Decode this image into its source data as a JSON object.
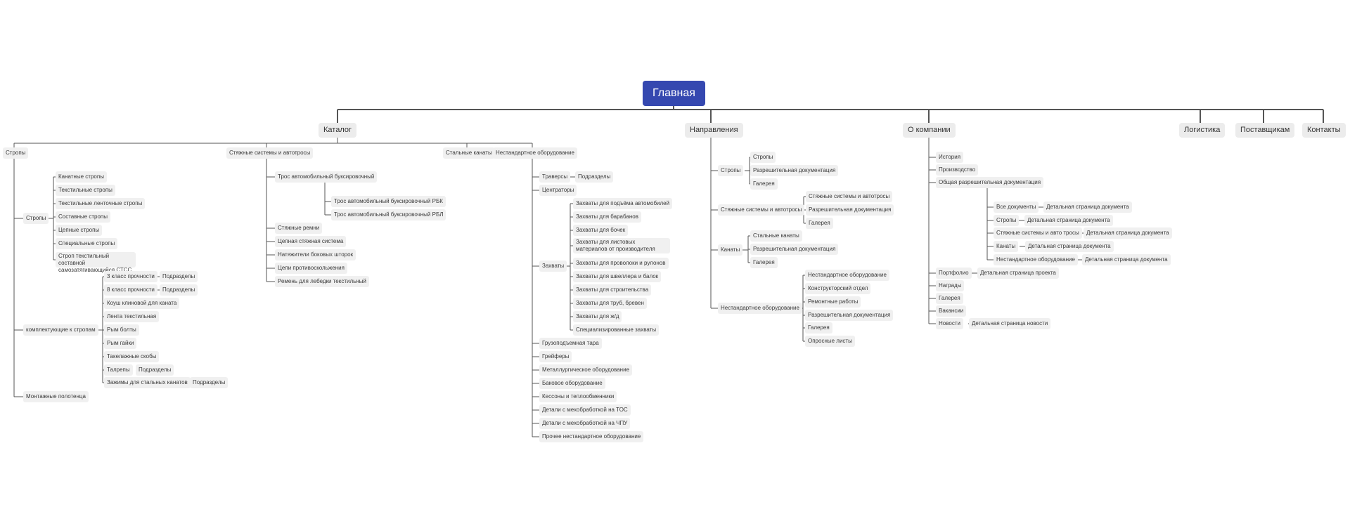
{
  "mindmap": {
    "root": "Главная",
    "sections": {
      "catalog": "Каталог",
      "directions": "Направления",
      "about": "О компании",
      "logistics": "Логистика",
      "suppliers": "Поставщикам",
      "contacts": "Контакты"
    },
    "catalog": {
      "slings": "Стропы",
      "tie_systems": "Стяжные системы и автотросы",
      "steel_ropes": "Стальные канаты",
      "nonstandard": "Нестандартное оборудование",
      "slings_group": "Стропы",
      "rope_slings": "Канатные стропы",
      "textile_slings": "Текстильные стропы",
      "textile_tape_slings": "Текстильные ленточные стропы",
      "composite_slings": "Составные стропы",
      "chain_slings": "Цепные стропы",
      "special_slings": "Специальные стропы",
      "ctss_sling": "Строп текстильный составной самозатягивающийся СТСС",
      "components": "комплектующие к стропам",
      "class3": "3 класс прочности",
      "class8": "8 класс прочности",
      "subsections": "Подразделы",
      "wedge_thimble": "Коуш клиновой для каната",
      "textile_tape": "Лента текстильная",
      "eye_bolts": "Рым болты",
      "eye_nuts": "Рым гайки",
      "rigging_shackles": "Такелажные скобы",
      "turnbuckles": "Талрепы",
      "rope_clamps": "Зажимы для стальных канатов",
      "mounting_towels": "Монтажные полотенца",
      "tow_rope": "Трос автомобильный буксировочный",
      "tow_rope_rbk": "Трос автомобильный буксировочный РБК",
      "tow_rope_rbl": "Трос автомобильный буксировочный РБЛ",
      "tie_belts": "Стяжные ремни",
      "chain_tie": "Цепная стяжная система",
      "curtain_tensioners": "Натяжители боковых шторок",
      "anti_collision": "Цепи противоскольжения",
      "winch_belt": "Ремень для лебедки текстильный",
      "traverses": "Траверсы",
      "centralizers": "Центраторы",
      "grabs": "Захваты",
      "grab_cars": "Захваты для подъёма автомобилей",
      "grab_drums": "Захваты для барабанов",
      "grab_barrels": "Захваты для бочек",
      "grab_sheets": "Захваты для листовых материалов от производителя",
      "grab_wire": "Захваты для проволоки и рулонов",
      "grab_beams": "Захваты для швеллера и балок",
      "grab_construction": "Захваты для строительства",
      "grab_pipes": "Захваты для труб, бревен",
      "grab_rail": "Захваты для ж/д",
      "grab_special": "Специализированные захваты",
      "lifting_containers": "Грузоподъемная тара",
      "grapples": "Грейферы",
      "metallurgical": "Металлургическое оборудование",
      "tank_equipment": "Баковое оборудование",
      "caissons": "Кессоны и теплообменники",
      "parts_tos": "Детали с мехобработкой на ТОС",
      "parts_cnc": "Детали с мехобработкой на ЧПУ",
      "other_nonstandard": "Прочее нестандартное оборудование"
    },
    "directions": {
      "slings": "Стропы",
      "tie_systems": "Стяжные системы и автотросы",
      "ropes": "Канаты",
      "nonstandard": "Нестандартное оборудование",
      "permits": "Разрешительная документация",
      "gallery": "Галерея",
      "steel_ropes": "Стальные канаты",
      "design_dept": "Конструкторский отдел",
      "repair": "Ремонтные работы",
      "questionnaires": "Опросные листы"
    },
    "about": {
      "history": "История",
      "production": "Производство",
      "general_permits": "Общая разрешительная документация",
      "all_docs": "Все документы",
      "doc_page": "Детальная страница документа",
      "slings": "Стропы",
      "tie_ropes": "Стяжные системы и авто тросы",
      "ropes": "Канаты",
      "nonstandard": "Нестандартное оборудование",
      "portfolio": "Портфолио",
      "project_page": "Детальная страница проекта",
      "awards": "Награды",
      "gallery": "Галерея",
      "vacancies": "Вакансии",
      "news": "Новости",
      "news_page": "Детальная страница новости"
    }
  }
}
